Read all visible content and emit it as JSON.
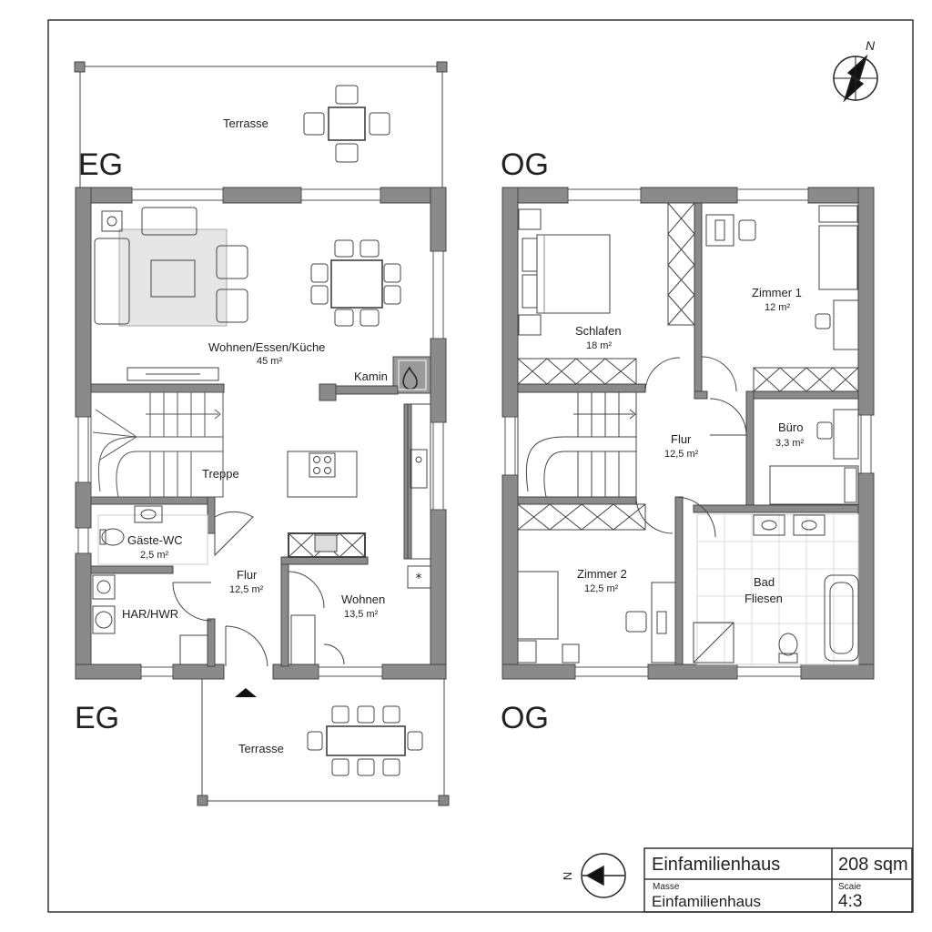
{
  "floors": {
    "eg_top": "EG",
    "og_top": "OG",
    "eg_bottom": "EG",
    "og_bottom": "OG"
  },
  "rooms": {
    "terrasse_top": "Terrasse",
    "terrasse_bottom": "Terrasse",
    "wohnen_essen_kueche": {
      "name": "Wohnen/Essen/Küche",
      "area": "45 m²"
    },
    "kamin": "Kamin",
    "treppe": "Treppe",
    "gaeste_wc": {
      "name": "Gäste-WC",
      "area": "2,5 m²"
    },
    "flur_eg": {
      "name": "Flur",
      "area": "12,5 m²"
    },
    "wohnen": {
      "name": "Wohnen",
      "area": "13,5 m²"
    },
    "har_hwr": "HAR/HWR",
    "schlafen": {
      "name": "Schlafen",
      "area": "18 m²"
    },
    "zimmer1": {
      "name": "Zimmer 1",
      "area": "12 m²"
    },
    "flur_og": {
      "name": "Flur",
      "area": "12,5 m²"
    },
    "buero": {
      "name": "Büro",
      "area": "3,3 m²"
    },
    "zimmer2": {
      "name": "Zimmer 2",
      "area": "12,5 m²"
    },
    "bad": {
      "name": "Bad",
      "sub": "Fliesen"
    }
  },
  "compass": {
    "north_label": "N"
  },
  "title_block": {
    "title": "Einfamilienhaus",
    "area": "208 sqm",
    "masse_label": "Masse",
    "masse_value": "Einfamilienhaus",
    "scale_label": "Scaie",
    "scale_value": "4:3",
    "north_label": "N"
  }
}
